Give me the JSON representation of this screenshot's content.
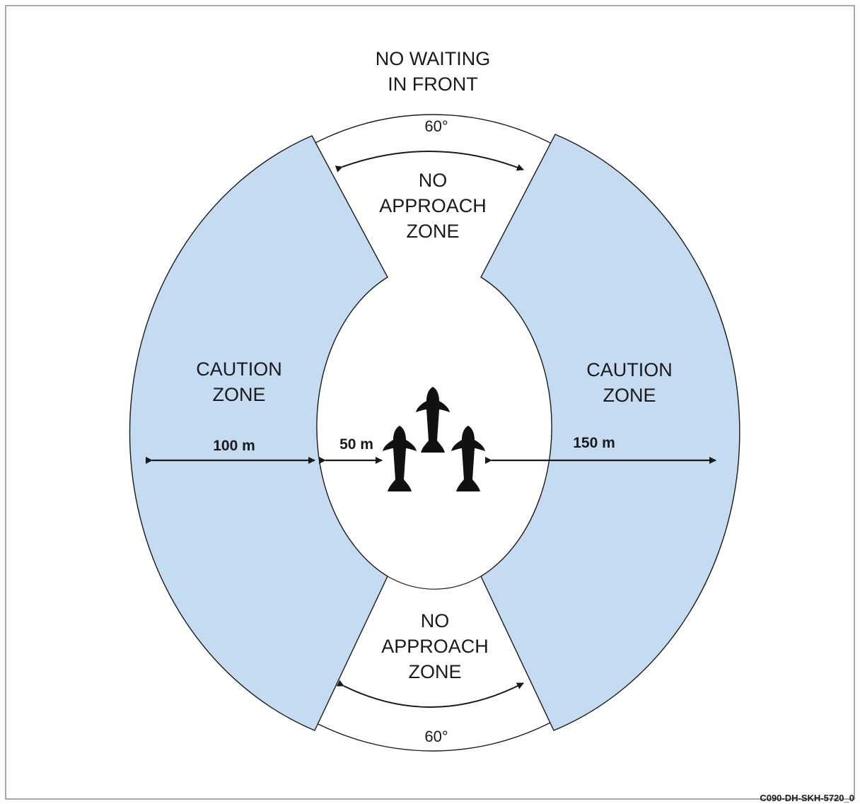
{
  "labels": {
    "no_waiting_line1": "NO WAITING",
    "no_waiting_line2": "IN FRONT",
    "angle_top": "60°",
    "angle_bottom": "60°",
    "no_approach_top": [
      "NO",
      "APPROACH",
      "ZONE"
    ],
    "no_approach_bottom": [
      "NO",
      "APPROACH",
      "ZONE"
    ],
    "caution_left": [
      "CAUTION",
      "ZONE"
    ],
    "caution_right": [
      "CAUTION",
      "ZONE"
    ],
    "dist_left": "100 m",
    "dist_inner": "50 m",
    "dist_right": "150 m",
    "reference_code": "C090-DH-SKH-5720_0"
  },
  "colors": {
    "caution_fill": "#c4dbf1",
    "outline": "#1a1a1a",
    "aircraft": "#111111"
  },
  "icons": [
    "aircraft-silhouette-icon",
    "aircraft-silhouette-icon",
    "aircraft-silhouette-icon"
  ]
}
